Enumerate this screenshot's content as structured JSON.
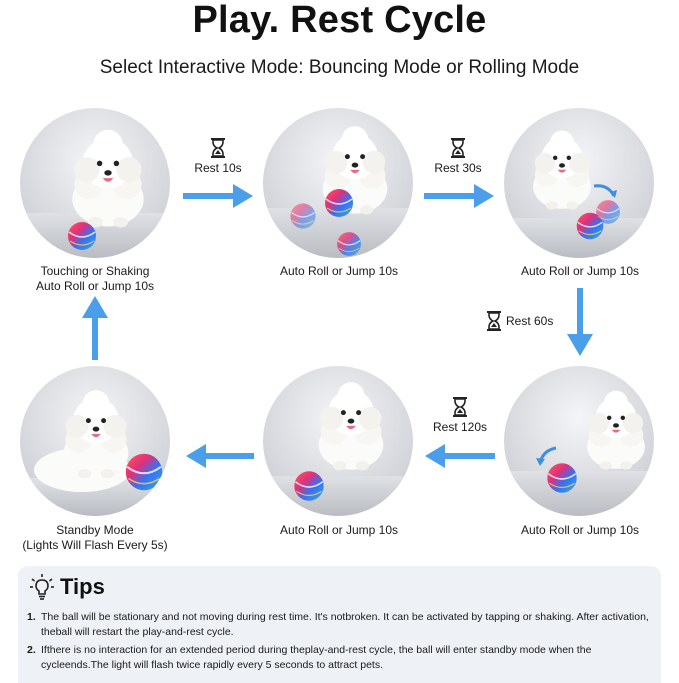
{
  "title": "Play. Rest Cycle",
  "subtitle": "Select Interactive Mode: Bouncing Mode or Rolling Mode",
  "steps": [
    {
      "label": "Touching or Shaking\nAuto Roll or Jump 10s"
    },
    {
      "label": "Auto Roll or Jump 10s"
    },
    {
      "label": "Auto Roll or Jump 10s"
    },
    {
      "label": "Auto Roll or Jump 10s"
    },
    {
      "label": "Auto Roll or Jump 10s"
    },
    {
      "label": "Standby Mode\n(Lights Will Flash Every 5s)"
    }
  ],
  "rests": {
    "r1": "Rest 10s",
    "r2": "Rest 30s",
    "r3": "Rest 60s",
    "r4": "Rest 120s"
  },
  "tips": {
    "title": "Tips",
    "items": [
      {
        "num": "1.",
        "text": "The ball will be stationary and not moving during rest time. It's notbroken. It can be activated by tapping or shaking. After activation, theball will restart the play-and-rest cycle."
      },
      {
        "num": "2.",
        "text": "Ifthere is no interaction for an extended period during theplay-and-rest cycle, the ball will enter standby mode when the cycleends.The light will flash twice rapidly every 5 seconds to attract pets."
      }
    ]
  },
  "colors": {
    "arrow": "#4a9eea",
    "tips_bg": "#eef1f5",
    "hourglass": "#222222"
  },
  "icons": {
    "rest": "hourglass-icon",
    "tips": "lightbulb-icon"
  }
}
